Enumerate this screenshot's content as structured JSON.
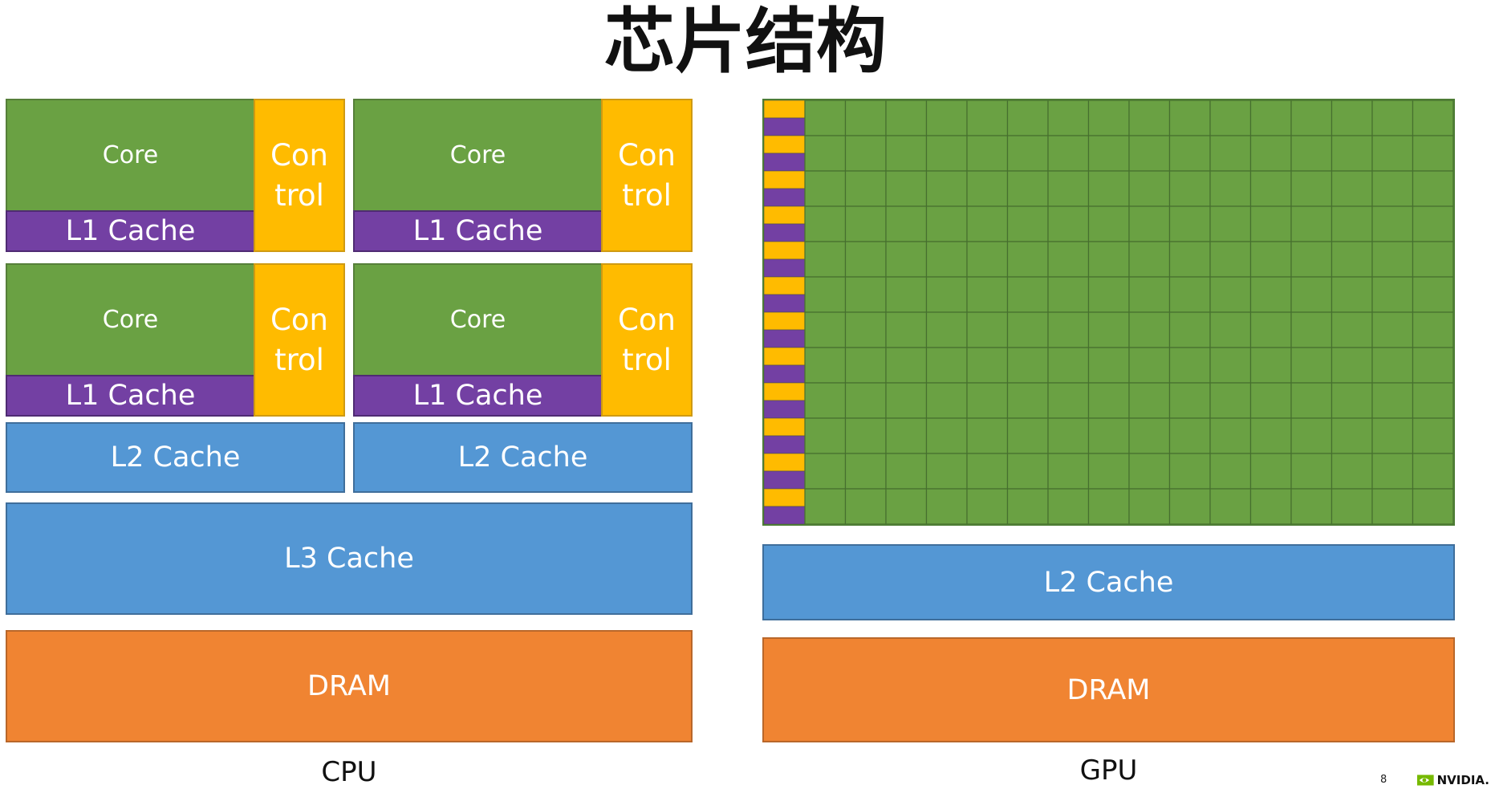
{
  "title": "芯片结构",
  "cpu": {
    "label": "CPU",
    "cores": [
      {
        "core": "Core",
        "l1": "L1 Cache",
        "control": "Con\ntrol"
      },
      {
        "core": "Core",
        "l1": "L1 Cache",
        "control": "Con\ntrol"
      },
      {
        "core": "Core",
        "l1": "L1 Cache",
        "control": "Con\ntrol"
      },
      {
        "core": "Core",
        "l1": "L1 Cache",
        "control": "Con\ntrol"
      }
    ],
    "l2": [
      "L2 Cache",
      "L2 Cache"
    ],
    "l3": "L3 Cache",
    "dram": "DRAM"
  },
  "gpu": {
    "label": "GPU",
    "grid_columns": 16,
    "grid_rows": 12,
    "l2": "L2 Cache",
    "dram": "DRAM"
  },
  "colors": {
    "core": "#6aa143",
    "l1": "#7340a3",
    "control": "#ffbb00",
    "cache": "#5497d4",
    "dram": "#f08432"
  },
  "footer": {
    "page_number": "8",
    "logo_text": "NVIDIA."
  }
}
